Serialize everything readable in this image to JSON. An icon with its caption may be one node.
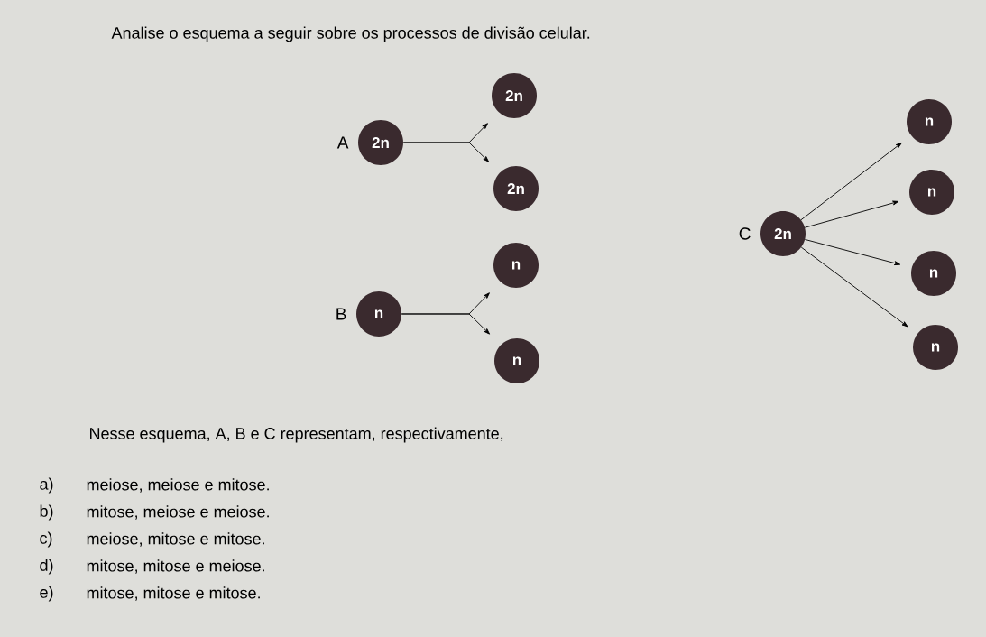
{
  "diagram": {
    "title": "Analise o esquema a seguir sobre os processos de divisão celular.",
    "nodes": [
      {
        "text": [
          "2n"
        ],
        "beside": [
          "A"
        ]
      },
      {
        "text": [
          "2n"
        ]
      },
      {
        "text": [
          "2n"
        ]
      },
      {
        "text": [
          "n"
        ],
        "beside": [
          "B"
        ]
      },
      {
        "text": [
          "n"
        ]
      },
      {
        "text": [
          "n"
        ]
      },
      {
        "text": [
          "2n"
        ],
        "beside": [
          "C"
        ]
      },
      {
        "text": [
          "n"
        ]
      },
      {
        "text": [
          "n"
        ]
      },
      {
        "text": [
          "n"
        ]
      },
      {
        "text": [
          "n"
        ]
      }
    ],
    "edges": [
      {
        "from": 0,
        "to": 1,
        "arrow": "to"
      },
      {
        "from": 0,
        "to": 2,
        "arrow": "to"
      },
      {
        "from": 3,
        "to": 4,
        "arrow": "to"
      },
      {
        "from": 3,
        "to": 5,
        "arrow": "to"
      },
      {
        "from": 6,
        "to": 7,
        "arrow": "to"
      },
      {
        "from": 6,
        "to": 8,
        "arrow": "to"
      },
      {
        "from": 6,
        "to": 9,
        "arrow": "to"
      },
      {
        "from": 6,
        "to": 10,
        "arrow": "to"
      }
    ],
    "labels": [
      "Nesse esquema, A, B e C representam, respectivamente,",
      "a)",
      "meiose, meiose e mitose.",
      "b)",
      "mitose, meiose e meiose.",
      "c)",
      "meiose, mitose e mitose.",
      "d)",
      "mitose, mitose e meiose.",
      "e)",
      "mitose, mitose e mitose."
    ]
  }
}
